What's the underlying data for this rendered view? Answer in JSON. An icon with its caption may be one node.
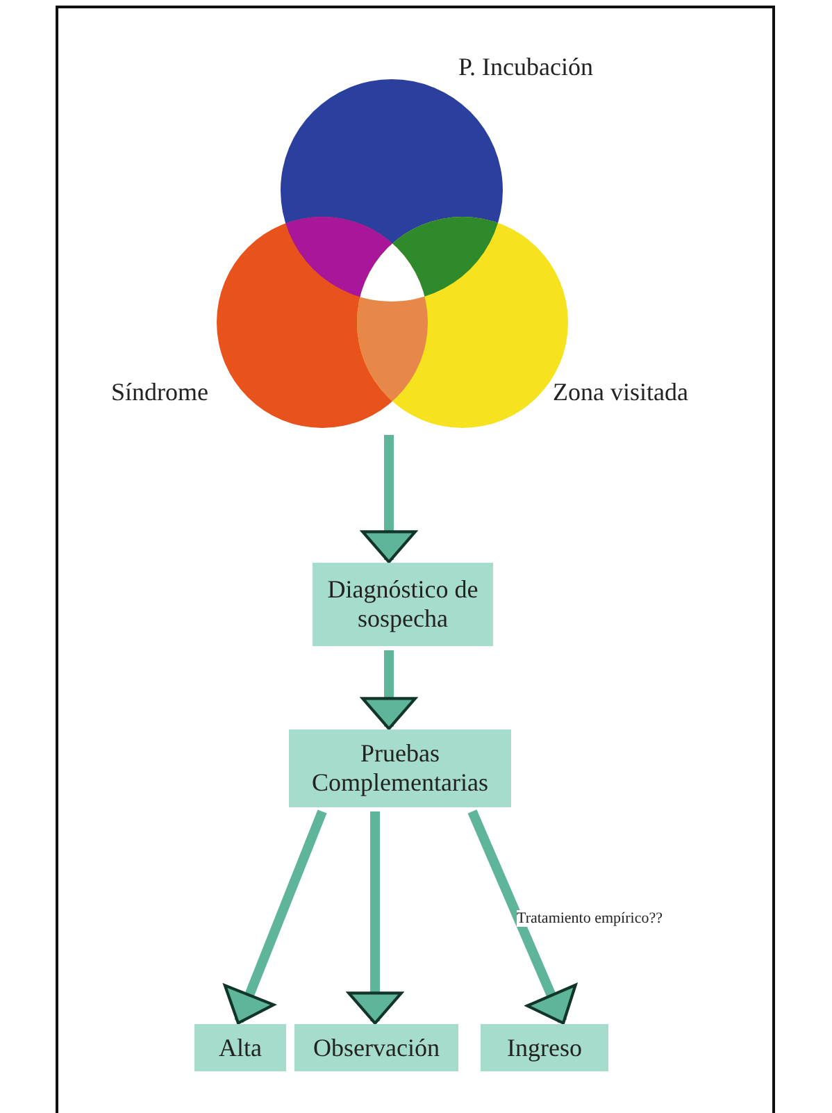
{
  "diagram": {
    "nodes": [
      {
        "text": [
          "P. Incubación"
        ]
      },
      {
        "text": [
          "Síndrome"
        ]
      },
      {
        "text": [
          "Zona visitada"
        ]
      },
      {
        "text": [
          "Diagnóstico de sospecha"
        ]
      },
      {
        "text": [
          "Pruebas Complementarias"
        ]
      },
      {
        "text": [
          "Alta"
        ]
      },
      {
        "text": [
          "Observación"
        ]
      },
      {
        "text": [
          "Ingreso"
        ]
      }
    ],
    "edges": [
      {
        "from": null,
        "to": 3,
        "arrow": "to"
      },
      {
        "from": 3,
        "to": 4,
        "arrow": "to"
      },
      {
        "from": 4,
        "to": 5,
        "arrow": "to"
      },
      {
        "from": 4,
        "to": 6,
        "arrow": "to"
      },
      {
        "from": 4,
        "to": 7,
        "arrow": "to",
        "label": "Tratamiento empírico??"
      }
    ]
  }
}
